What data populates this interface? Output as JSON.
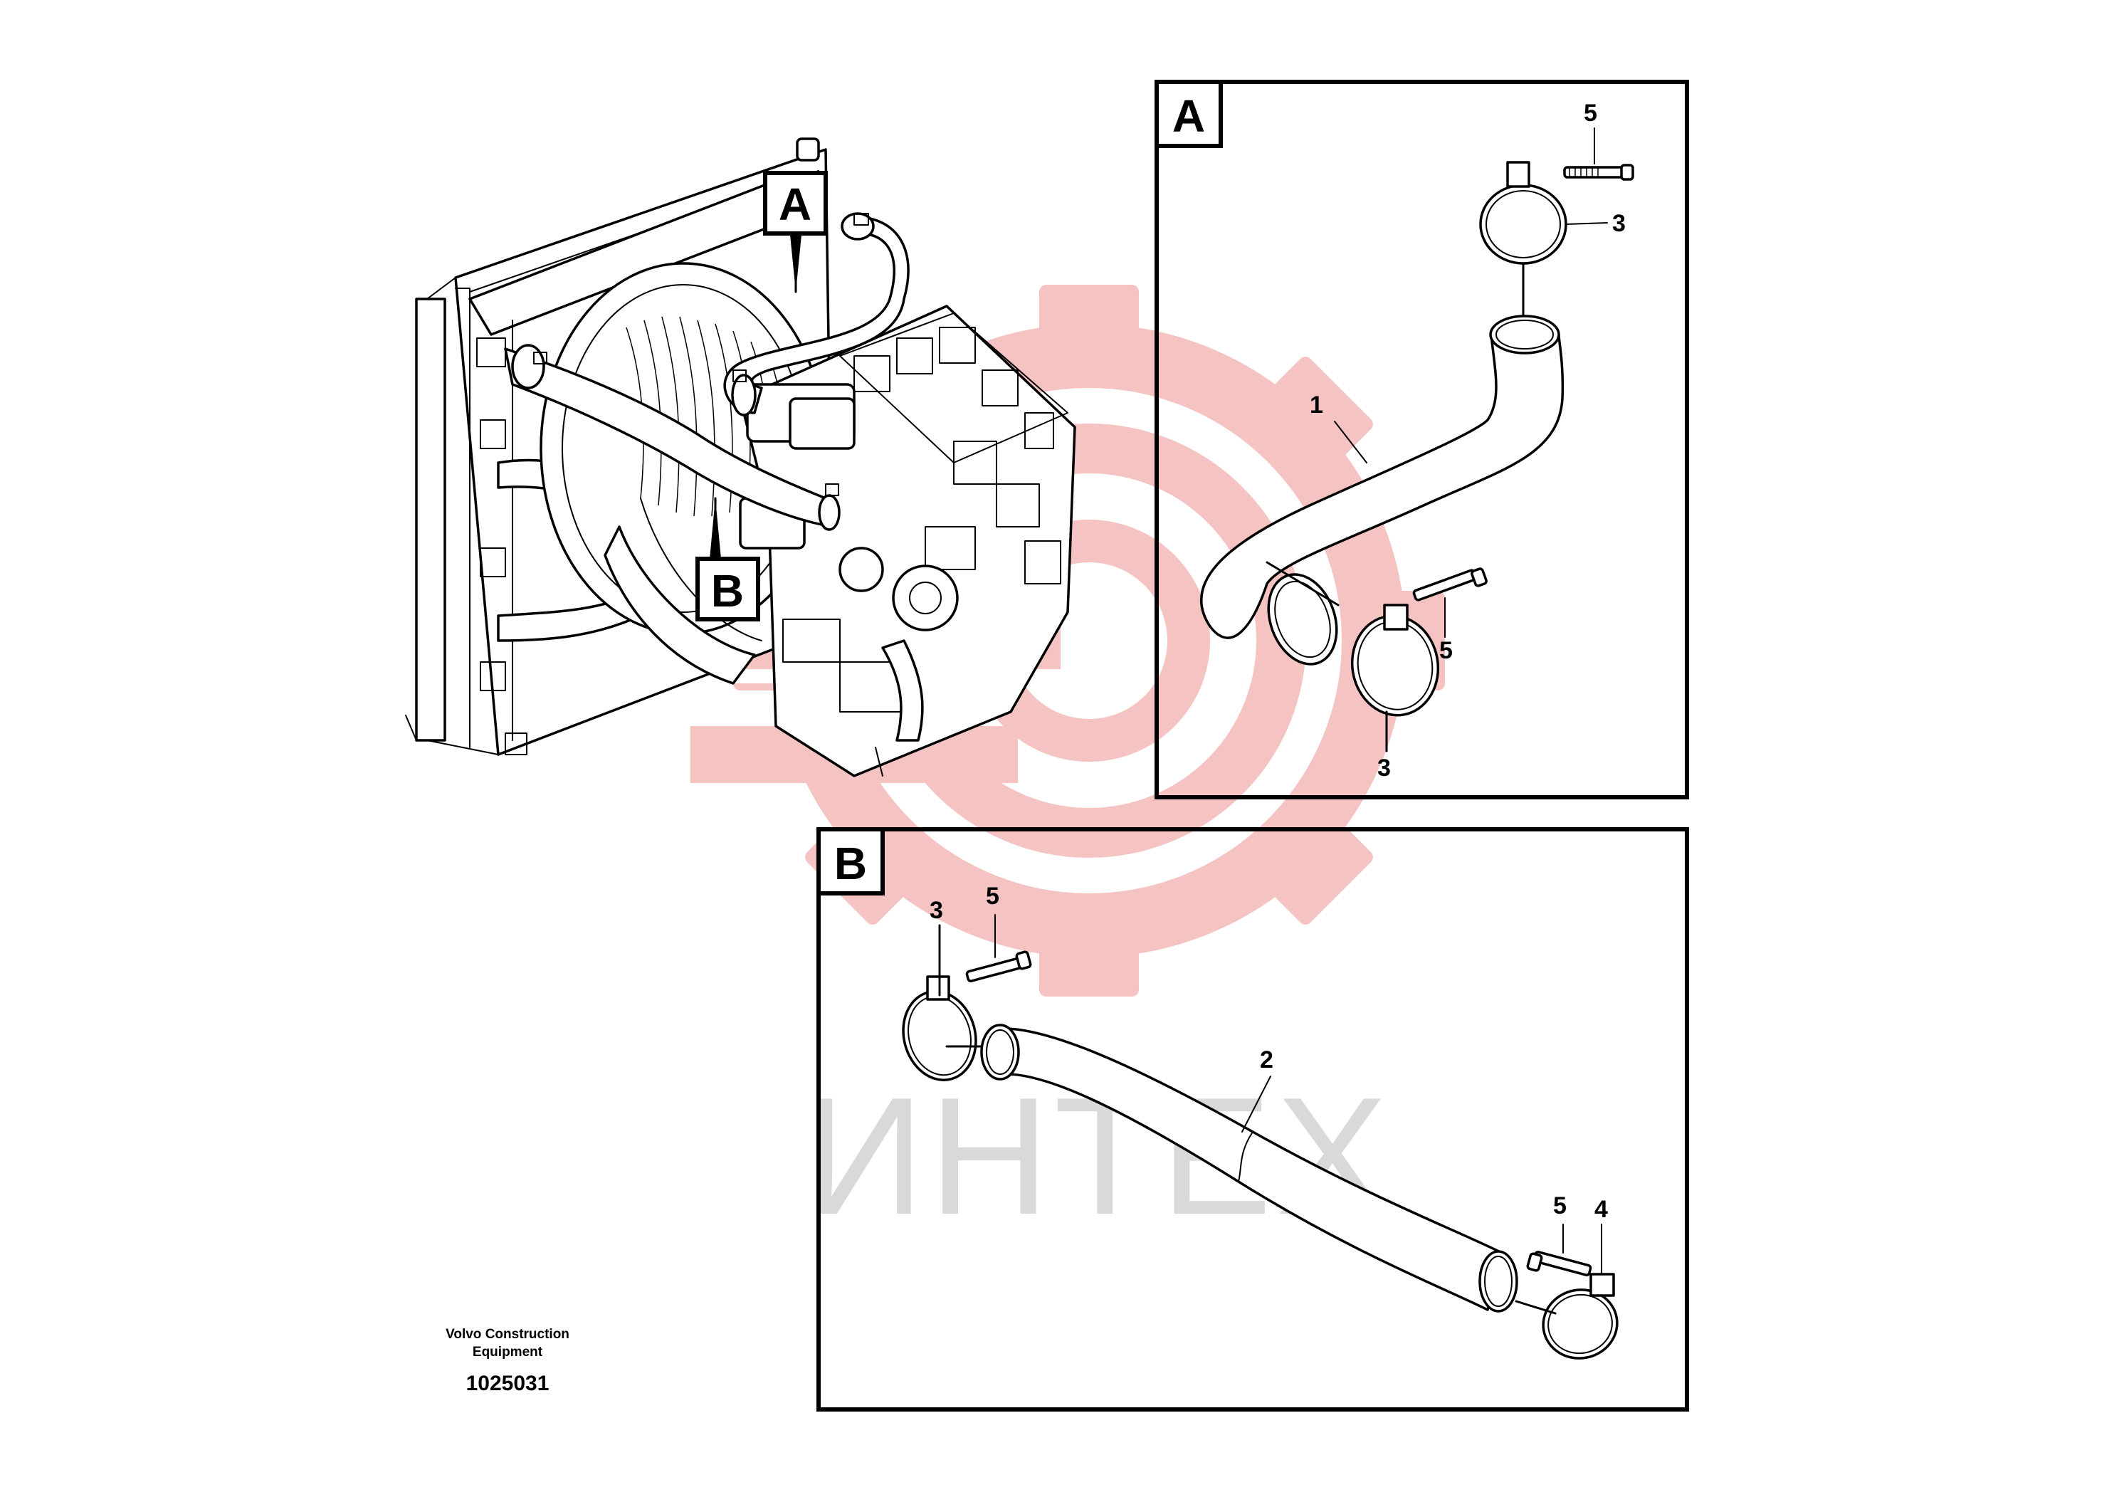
{
  "watermark": {
    "text": "ИНТЕХ",
    "gear_color": "#f4b4b4",
    "text_color": "#d8d8d8"
  },
  "overview": {
    "tags": [
      "A",
      "B"
    ]
  },
  "detail_a": {
    "tag": "A",
    "callouts": [
      "5",
      "3",
      "1",
      "5",
      "3"
    ]
  },
  "detail_b": {
    "tag": "B",
    "callouts": [
      "3",
      "5",
      "2",
      "5",
      "4"
    ]
  },
  "footer": {
    "company_line1": "Volvo Construction",
    "company_line2": "Equipment",
    "drawing_number": "1025031"
  }
}
